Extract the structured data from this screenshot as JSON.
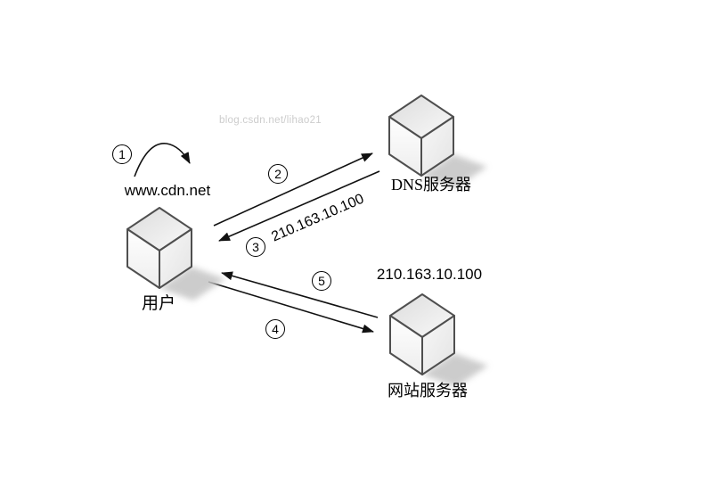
{
  "watermark": "blog.csdn.net/lihao21",
  "nodes": {
    "user": {
      "label": "用户"
    },
    "dns_server": {
      "label": "DNS服务器"
    },
    "web_server": {
      "label": "网站服务器",
      "ip_label": "210.163.10.100"
    }
  },
  "labels": {
    "domain": "www.cdn.net",
    "resolved_ip": "210.163.10.100"
  },
  "steps": [
    "1",
    "2",
    "3",
    "4",
    "5"
  ],
  "colors": {
    "line": "#111111",
    "cube_outline": "#4f4f4f",
    "watermark": "#cccccc",
    "shadow": "#c4c4c4",
    "background": "#ffffff"
  }
}
